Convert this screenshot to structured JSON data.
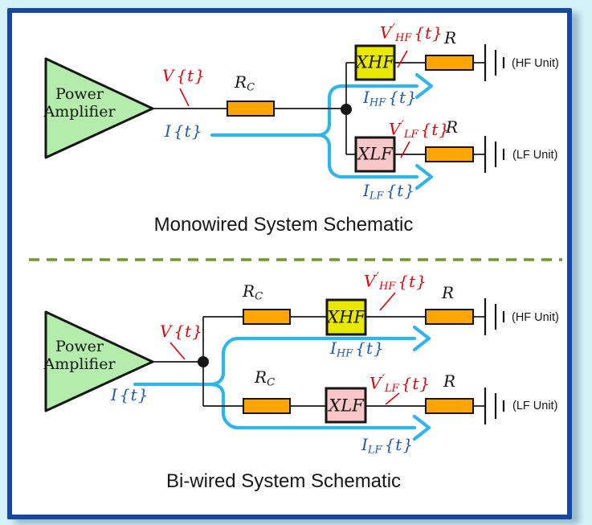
{
  "colors": {
    "outer_bg": "#d5f1f8",
    "panel_border": "#1648a0",
    "panel_bg": "#ffffff",
    "amp_fill": "#b4ecac",
    "resistor_fill": "#fca503",
    "hf_fill": "#e9e900",
    "lf_fill": "#f9c7c7",
    "wire_black": "#161616",
    "wire_cyan": "#2eb5ee",
    "label_red": "#e60008",
    "label_blue": "#1c58c0",
    "divider_olive": "#6f9827"
  },
  "monowired": {
    "title": "Monowired System Schematic",
    "amp": {
      "line1": "Power",
      "line2": "Amplifier"
    },
    "labels": {
      "v": {
        "pre": "V",
        "post": "{t}"
      },
      "rc": {
        "pre": "R",
        "sub": "C"
      },
      "i": {
        "pre": "I",
        "post": "{t}"
      },
      "v_hf": {
        "pre": "V",
        "prime": "′",
        "sub": "HF",
        "post": "{t}"
      },
      "r_hf": {
        "pre": "R"
      },
      "x_hf": {
        "pre": "X",
        "sub": "HF"
      },
      "i_hf": {
        "pre": "I",
        "sub": "HF",
        "post": "{t}"
      },
      "v_lf": {
        "pre": "V",
        "prime": "′",
        "sub": "LF",
        "post": "{t}"
      },
      "r_lf": {
        "pre": "R"
      },
      "x_lf": {
        "pre": "X",
        "sub": "LF"
      },
      "i_lf": {
        "pre": "I",
        "sub": "LF",
        "post": "{t}"
      },
      "hf_unit": "(HF Unit)",
      "lf_unit": "(LF Unit)"
    }
  },
  "biwired": {
    "title": "Bi-wired System Schematic",
    "amp": {
      "line1": "Power",
      "line2": "Amplifier"
    },
    "labels": {
      "v": {
        "pre": "V",
        "post": "{t}"
      },
      "rc_hf": {
        "pre": "R",
        "sub": "C"
      },
      "rc_lf": {
        "pre": "R",
        "sub": "C"
      },
      "i": {
        "pre": "I",
        "post": "{t}"
      },
      "v_hf": {
        "pre": "V",
        "prime": "′",
        "sub": "HF",
        "post": "{t}"
      },
      "r_hf": {
        "pre": "R"
      },
      "x_hf": {
        "pre": "X",
        "sub": "HF"
      },
      "i_hf": {
        "pre": "I",
        "sub": "HF",
        "post": "{t}"
      },
      "v_lf": {
        "pre": "V",
        "prime": "′",
        "sub": "LF",
        "post": "{t}"
      },
      "r_lf": {
        "pre": "R"
      },
      "x_lf": {
        "pre": "X",
        "sub": "LF"
      },
      "i_lf": {
        "pre": "I",
        "sub": "LF",
        "post": "{t}"
      },
      "hf_unit": "(HF Unit)",
      "lf_unit": "(LF Unit)"
    }
  }
}
